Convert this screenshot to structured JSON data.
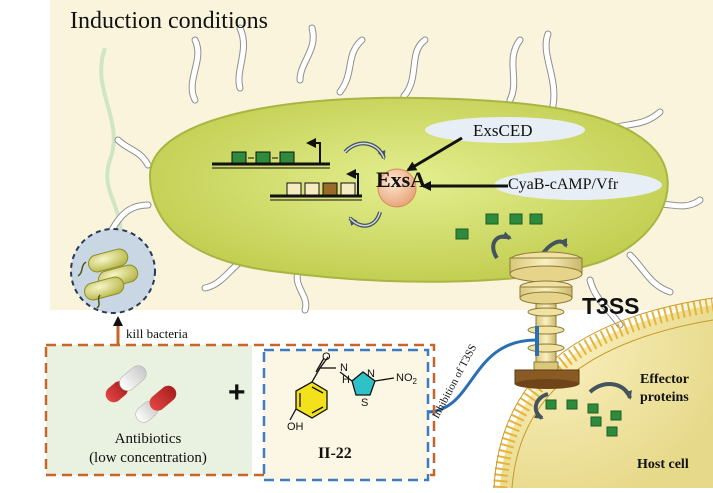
{
  "title": "Induction conditions",
  "labels": {
    "exscded": "ExsCED",
    "cyab": "CyaB-cAMP/Vfr",
    "exsa": "ExsA",
    "t3ss": "T3SS",
    "kill_bacteria": "kill bacteria",
    "antibiotics_line1": "Antibiotics",
    "antibiotics_line2": "(low concentration)",
    "plus": "+",
    "compound": "II-22",
    "inhibition": "Inhibition of T3SS",
    "effector_line1": "Effector",
    "effector_line2": "proteins",
    "host_cell": "Host cell"
  },
  "chem_labels": {
    "o": "O",
    "n": "N",
    "h": "H",
    "s": "S",
    "no2": "NO",
    "no2_sub": "2",
    "oh": "OH"
  },
  "colors": {
    "cell_fill": "#c8d45a",
    "cell_light": "#e2ec8e",
    "background_panel": "#fbf4dc",
    "orange_dash": "#c8662a",
    "blue_dash": "#3f7bbf",
    "green_box": "#2e8b3c",
    "brown_box": "#9a6b28",
    "ivory_box": "#f4ecc0",
    "t3ss_tube": "#f1e2a2",
    "t3ss_base": "#8a5a24",
    "membrane": "#e7b43a",
    "inhibit_line": "#2a6fb3"
  }
}
